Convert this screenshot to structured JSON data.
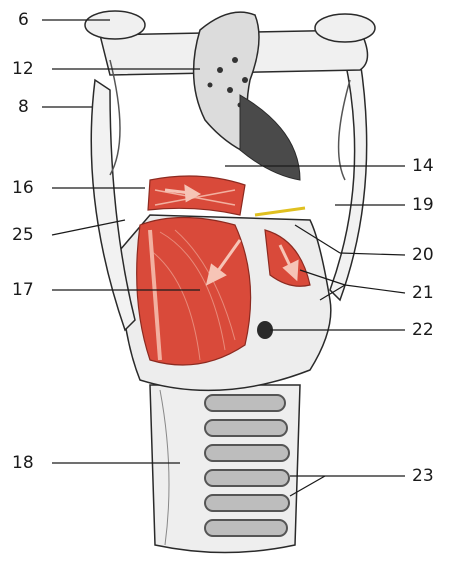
{
  "figure": {
    "labels": [
      {
        "id": "l6",
        "text": "6"
      },
      {
        "id": "l12",
        "text": "12"
      },
      {
        "id": "l8",
        "text": "8"
      },
      {
        "id": "l16",
        "text": "16"
      },
      {
        "id": "l25",
        "text": "25"
      },
      {
        "id": "l17",
        "text": "17"
      },
      {
        "id": "l18",
        "text": "18"
      },
      {
        "id": "l14",
        "text": "14"
      },
      {
        "id": "l19",
        "text": "19"
      },
      {
        "id": "l20",
        "text": "20"
      },
      {
        "id": "l21",
        "text": "21"
      },
      {
        "id": "l22",
        "text": "22"
      },
      {
        "id": "l23",
        "text": "23"
      }
    ]
  },
  "colors": {
    "muscle": "#d94a3a",
    "muscle_stripe": "#f2b0a0",
    "cartilage": "#f1f1f1",
    "outline": "#2a2a2a",
    "shadow": "#8a8a8a",
    "leader_line": "#1a1a1a",
    "probe": "#e0c020"
  }
}
